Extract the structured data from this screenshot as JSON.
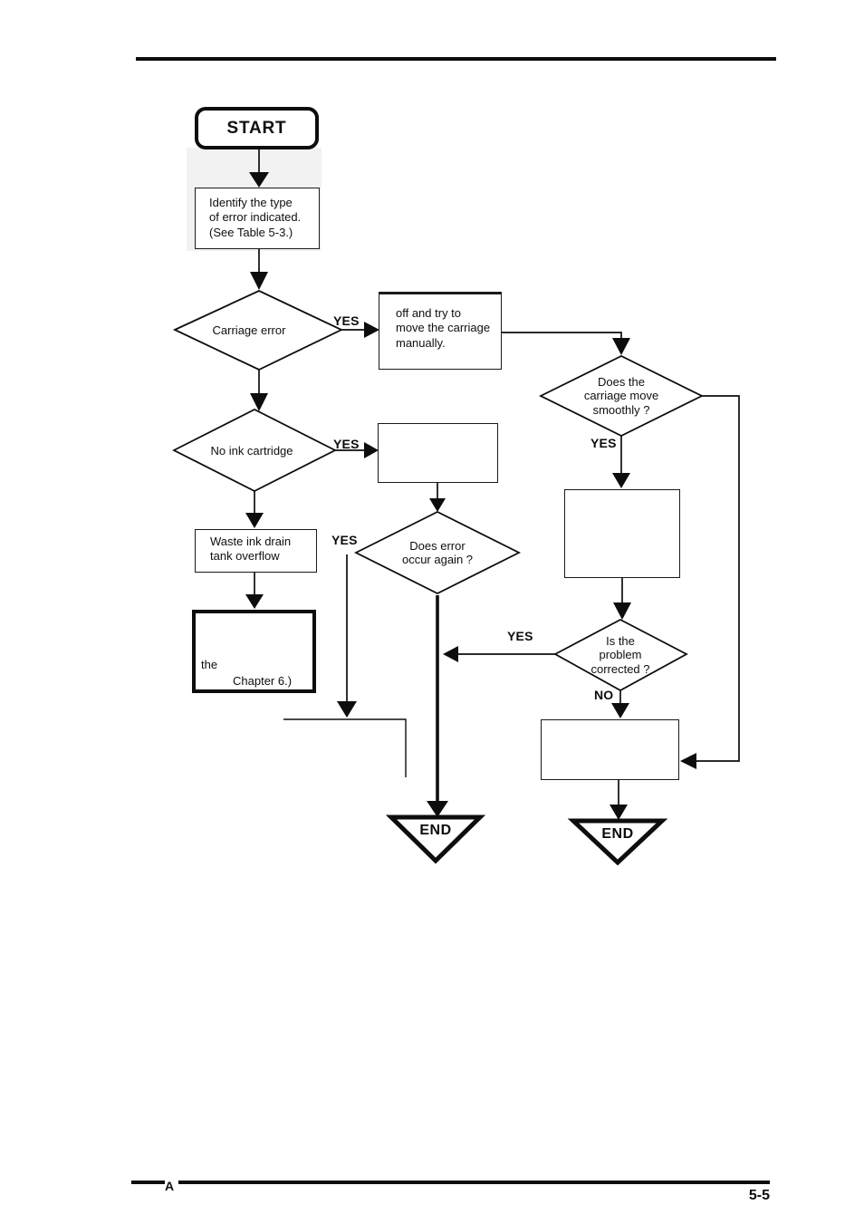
{
  "footer": {
    "marker": "A",
    "page_number": "5-5"
  },
  "flowchart": {
    "start_label": "START",
    "identify_text": "Identify the type\nof error indicated.\n(See Table 5-3.)",
    "carriage_error_text": "Carriage error",
    "power_off_text": "off and try to\nmove the carriage\nmanually.",
    "no_ink_text": "No ink cartridge",
    "waste_ink_text": "Waste ink drain\ntank overflow",
    "chapter_text_the": "the",
    "chapter_text_ref": "Chapter 6.)",
    "does_error_text": "Does error\noccur again ?",
    "carriage_move_text": "Does the\ncarriage move\nsmoothly ?",
    "is_problem_text": "Is the\nproblem\ncorrected ?",
    "end_left_label": "END",
    "end_right_label": "END",
    "labels": {
      "carriage_error_yes": "YES",
      "no_ink_yes": "YES",
      "waste_yes": "YES",
      "carriage_move_yes": "YES",
      "is_problem_yes": "YES",
      "is_problem_no": "NO"
    }
  },
  "colors": {
    "ink": "#0d0d0d",
    "paper": "#ffffff",
    "scan_shade": "#f2f2f2"
  }
}
